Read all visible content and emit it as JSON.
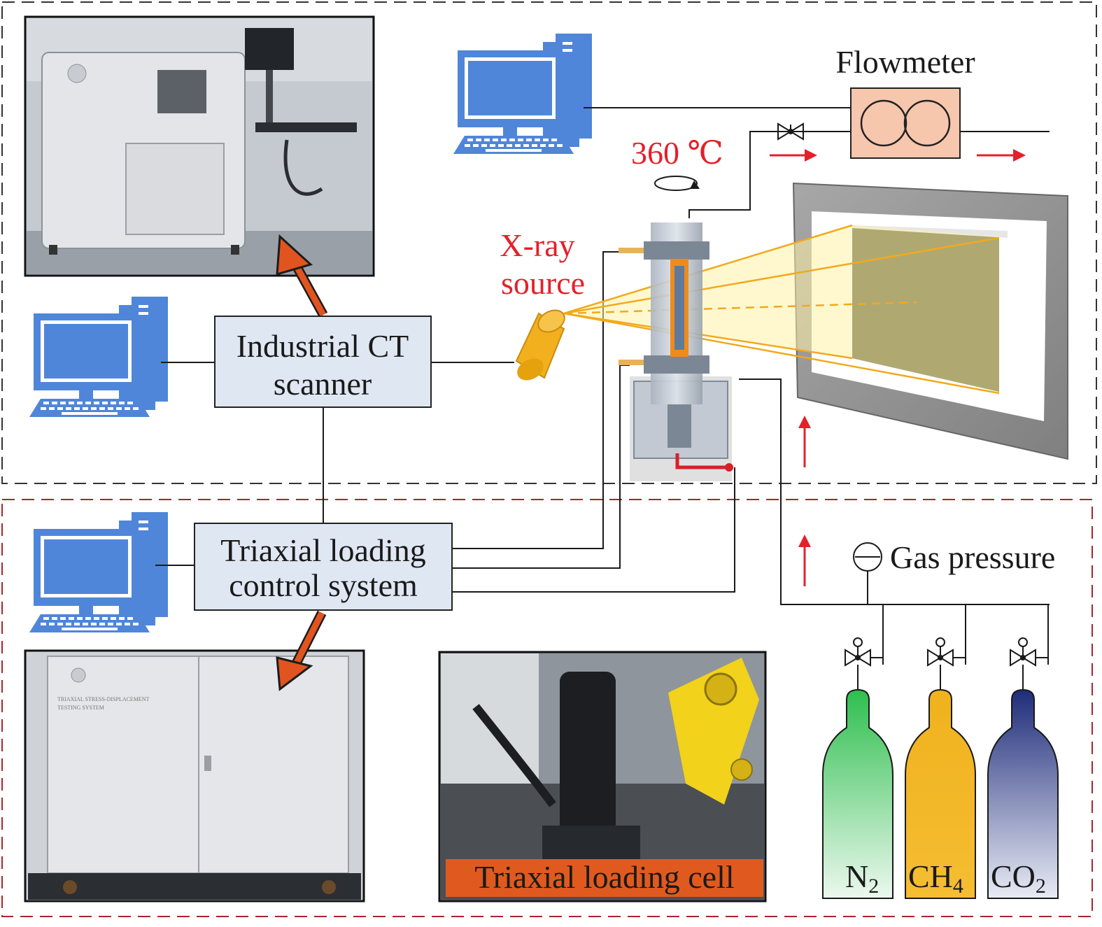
{
  "labels": {
    "flowmeter": "Flowmeter",
    "temperature": "360 ℃",
    "xray_line1": "X-ray",
    "xray_line2": "source",
    "ct_line1": "Industrial CT",
    "ct_line2": "scanner",
    "triaxial_line1": "Triaxial loading",
    "triaxial_line2": "control system",
    "gas_pressure": "Gas pressure",
    "loading_cell": "Triaxial loading cell"
  },
  "cylinders": [
    {
      "base": "N",
      "sub": "2",
      "color": "#2fbf4f"
    },
    {
      "base": "CH",
      "sub": "4",
      "color": "#f0b21e"
    },
    {
      "base": "CO",
      "sub": "2",
      "color": "#2a3a8c"
    }
  ],
  "photo_text": {
    "cabinet_line1": "TRIAXIAL STRESS-DISPLACEMENT",
    "cabinet_line2": "TESTING SYSTEM"
  },
  "colors": {
    "computer": "#4f86d9",
    "arrow_orange": "#e2541f",
    "flow_arrow": "#e4202a",
    "xray_beam": "#f2a91c",
    "detector_screen": "#4e5130",
    "label_banner": "#e05a1f",
    "flowmeter_box": "#f6c6ad",
    "scanner_box": "#dfe7f3",
    "boundary_black": "#333333",
    "boundary_red": "#a8262c"
  }
}
